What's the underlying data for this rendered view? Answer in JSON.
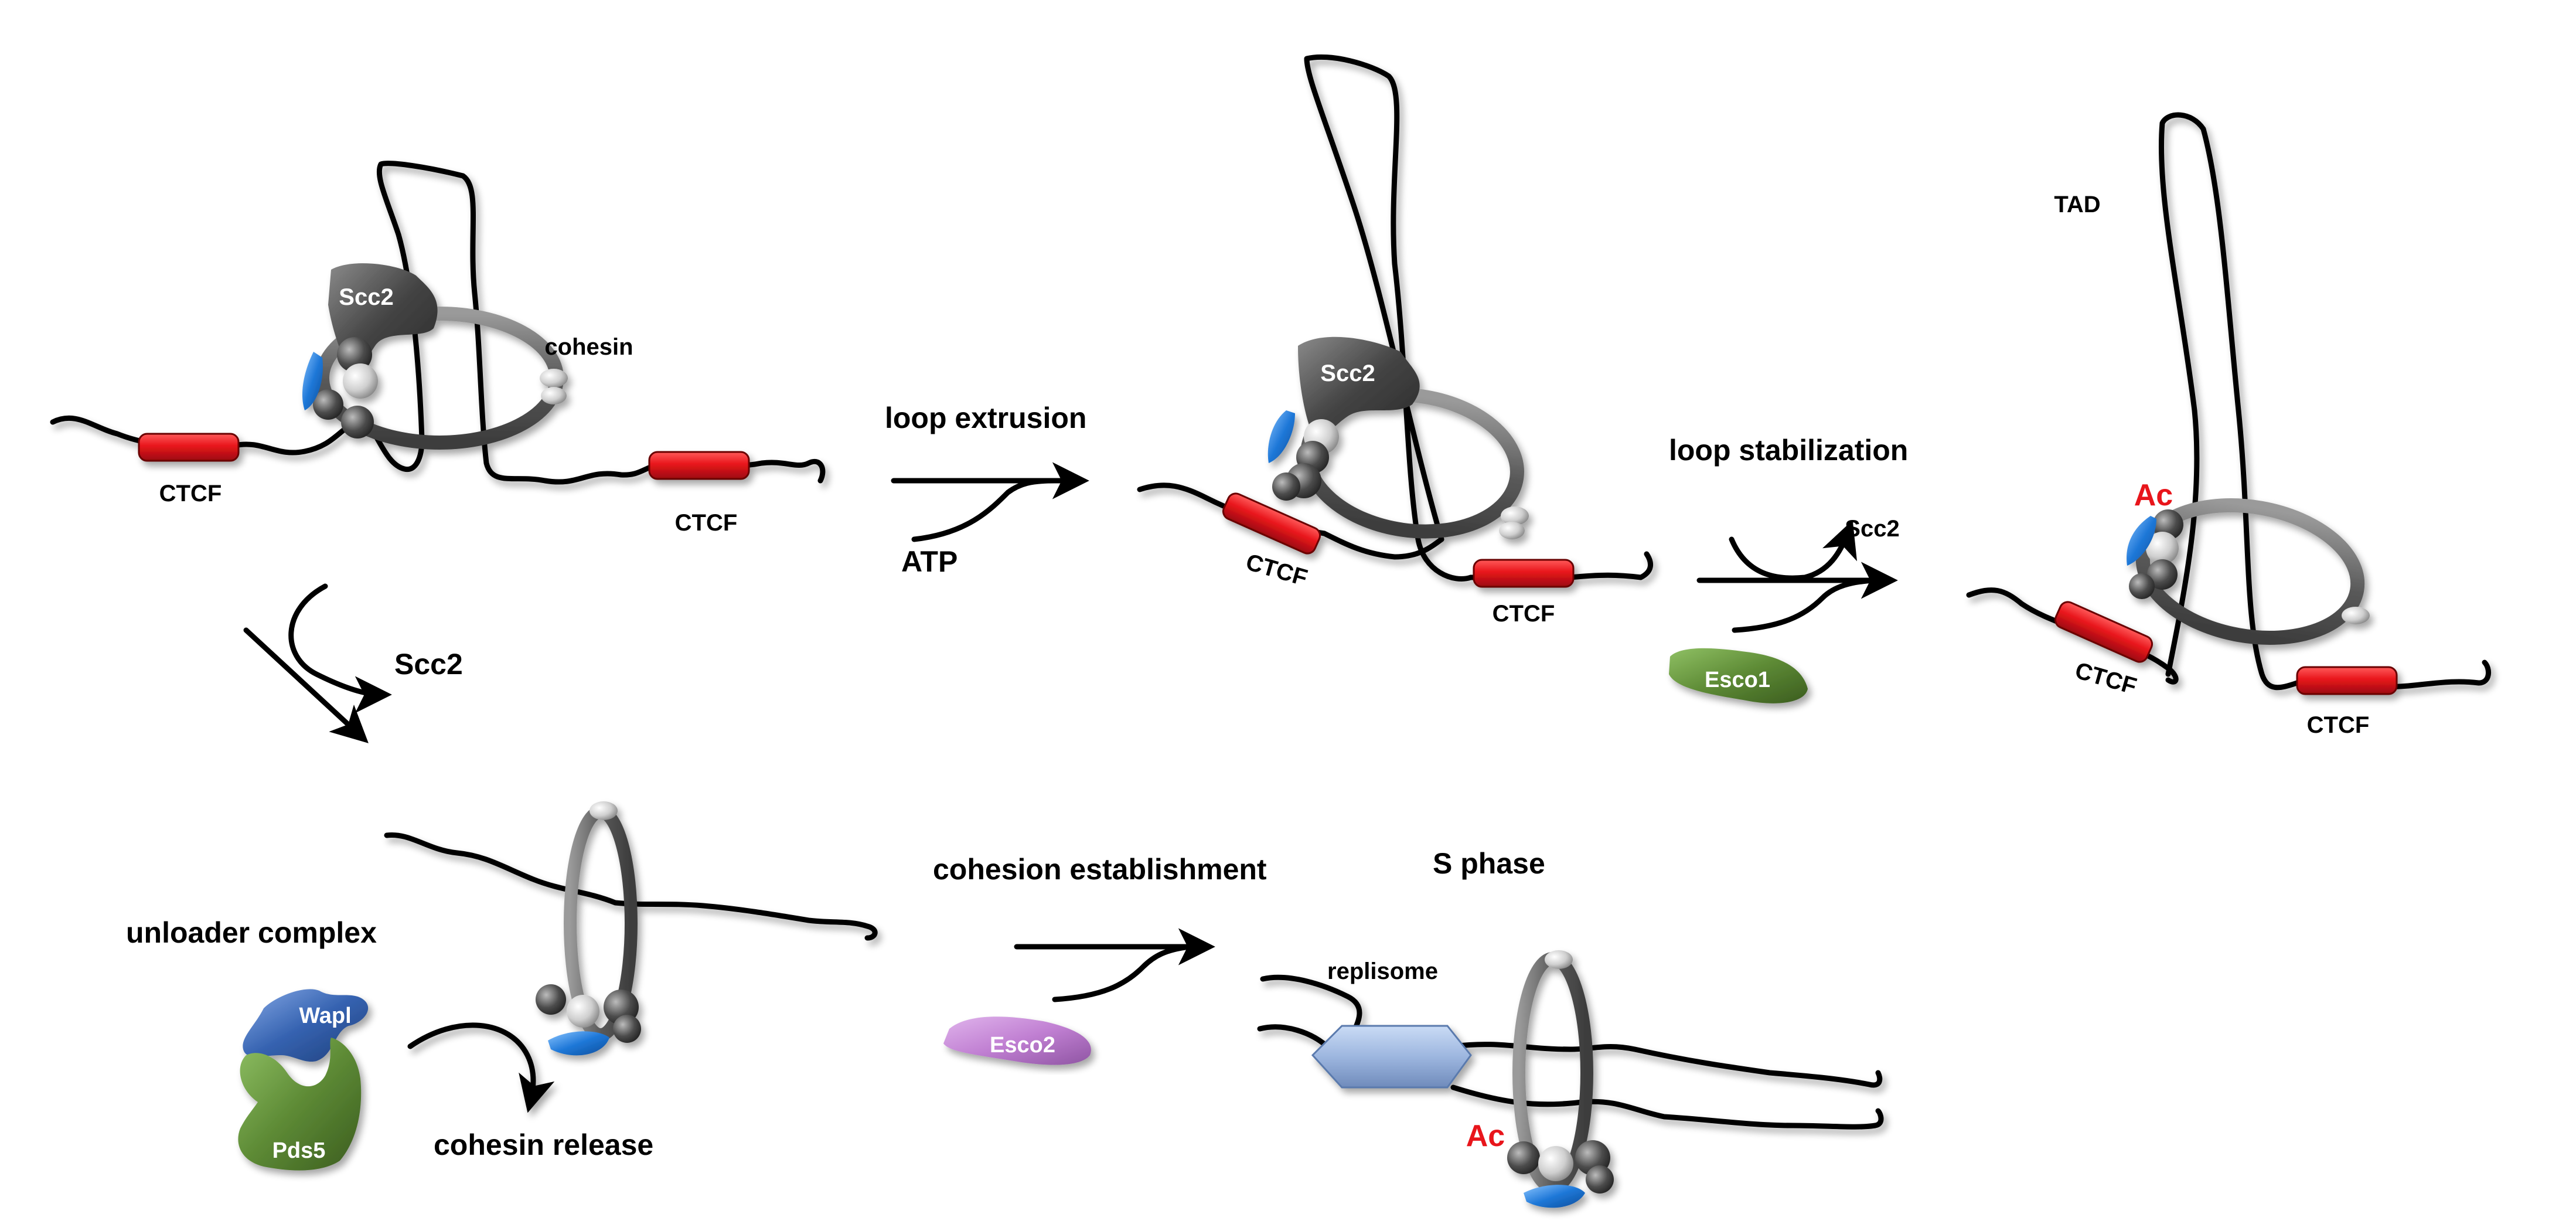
{
  "colors": {
    "ctcf": "#e8151b",
    "acetyl": "#e8151b",
    "scc2": "#555555",
    "cohesin_ring": "#6e6e6e",
    "blue_subunit": "#1f78d8",
    "esco1": "#5d8a35",
    "esco2": "#c07fd2",
    "wapl": "#3562b0",
    "pds5": "#5d8a35",
    "replisome": "#9db6df"
  },
  "panel_load": {
    "scc2": "Scc2",
    "cohesin": "cohesin",
    "ctcf_left": "CTCF",
    "ctcf_right": "CTCF"
  },
  "step_extrusion": {
    "label": "loop extrusion",
    "cofactor": "ATP"
  },
  "panel_extruding": {
    "scc2": "Scc2",
    "ctcf_left": "CTCF",
    "ctcf_right": "CTCF"
  },
  "step_stabilization": {
    "label": "loop stabilization",
    "released": "Scc2",
    "enzyme": "Esco1"
  },
  "panel_tad": {
    "tad": "TAD",
    "acetyl": "Ac",
    "ctcf_left": "CTCF",
    "ctcf_right": "CTCF"
  },
  "step_scc2_release": {
    "released": "Scc2"
  },
  "panel_unloader": {
    "title": "unloader complex",
    "wapl": "Wapl",
    "pds5": "Pds5",
    "outcome": "cohesin release"
  },
  "step_cohesion": {
    "label": "cohesion establishment",
    "enzyme": "Esco2"
  },
  "panel_sphase": {
    "title": "S phase",
    "replisome": "replisome",
    "acetyl": "Ac"
  }
}
